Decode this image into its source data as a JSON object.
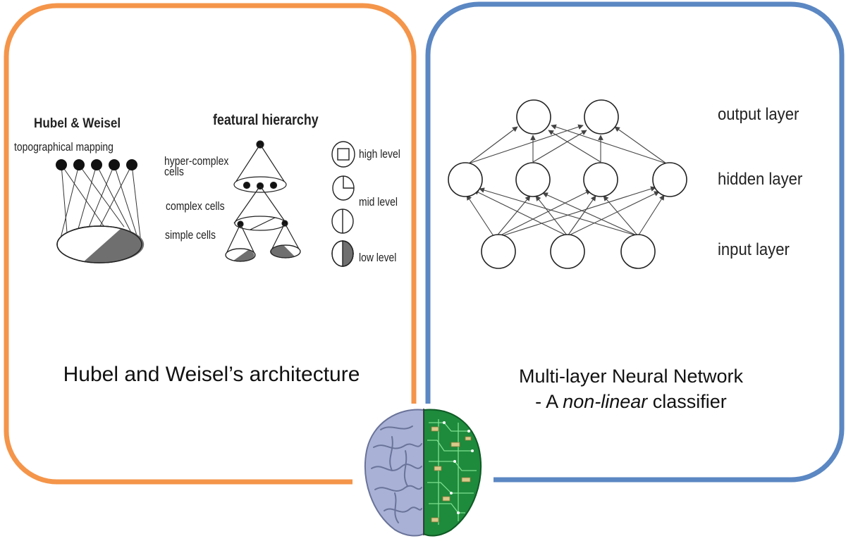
{
  "colors": {
    "left_panel_border": "#F4954A",
    "right_panel_border": "#5B87C3",
    "cone_shade": "#6f6f6f",
    "brain_tissue": "#A9B2D6",
    "brain_circuit": "#1E8A3C"
  },
  "left_panel": {
    "title": "Hubel & Weisel",
    "subtitle": "topographical mapping",
    "hierarchy_title": "featural hierarchy",
    "labels": {
      "hyper_complex": "hyper-complex",
      "hyper_complex_2": "cells",
      "complex": "complex cells",
      "simple": "simple cells"
    },
    "levels": {
      "high": "high level",
      "mid": "mid level",
      "low": "low level"
    },
    "caption": "Hubel and Weisel’s architecture"
  },
  "right_panel": {
    "layers": {
      "output": "output layer",
      "hidden": "hidden layer",
      "input": "input layer"
    },
    "caption_line1": "Multi-layer Neural Network",
    "caption_line2_prefix": "- A ",
    "caption_line2_em": "non-linear",
    "caption_line2_suffix": " classifier"
  },
  "brain": {
    "icon": "brain-circuit-icon"
  }
}
